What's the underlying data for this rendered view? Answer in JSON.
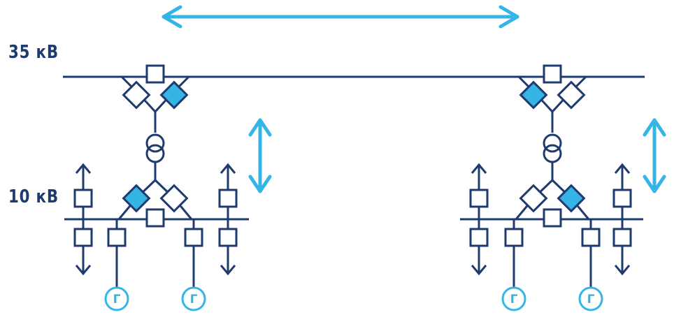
{
  "labels": {
    "high_voltage": "35 кВ",
    "low_voltage": "10 кВ"
  },
  "generator_label": "Г",
  "colors": {
    "line": "#1f3a6e",
    "accent": "#35b4e6",
    "closed_breaker_fill": "#35b4e6",
    "open_breaker_fill": "#ffffff"
  },
  "substations": [
    {
      "name": "substation-left",
      "upper_breakers": [
        "open",
        "closed"
      ],
      "lower_breakers": [
        "closed",
        "open"
      ],
      "generators": 2
    },
    {
      "name": "substation-right",
      "upper_breakers": [
        "closed",
        "open"
      ],
      "lower_breakers": [
        "open",
        "closed"
      ],
      "generators": 2
    }
  ]
}
